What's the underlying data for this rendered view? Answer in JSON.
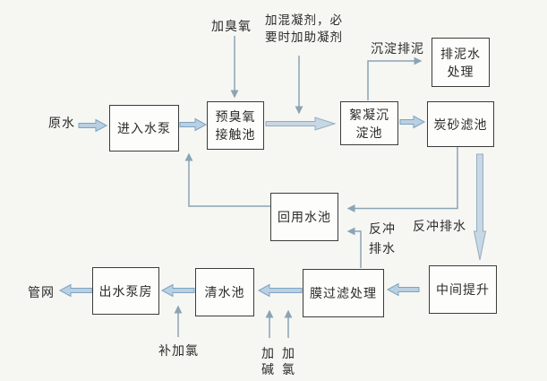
{
  "diagram": {
    "type": "flowchart",
    "subject": "water treatment process",
    "nodes": {
      "inlet_pump": {
        "label": "进入水泵"
      },
      "pre_ozone_contact_tank": {
        "label": "预臭氧\n接触池"
      },
      "flocculation_sedimentation_tank": {
        "label": "絮凝沉\n淀池"
      },
      "carbon_sand_filter": {
        "label": "炭砂滤池"
      },
      "sludge_water_treatment": {
        "label": "排泥水\n处理"
      },
      "reuse_water_tank": {
        "label": "回用水池"
      },
      "intermediate_lift": {
        "label": "中间提升"
      },
      "membrane_filtration": {
        "label": "膜过滤处理"
      },
      "clear_water_tank": {
        "label": "清水池"
      },
      "outlet_pump_house": {
        "label": "出水泵房"
      }
    },
    "labels": {
      "raw_water": "原水",
      "pipe_network": "管网",
      "add_ozone": "加臭氧",
      "add_coagulant": "加混凝剂，必\n要时加助凝剂",
      "sedimentation_sludge_discharge": "沉淀排泥",
      "backwash_drain_right": "反冲排水",
      "backwash_drain_mid": "反冲\n排水",
      "supplementary_chlorination": "补加氯",
      "add_alkali": "加\n碱",
      "add_chlorine": "加\n氯"
    },
    "edges": [
      {
        "from": "原水",
        "to": "进入水泵",
        "label": ""
      },
      {
        "from": "进入水泵",
        "to": "预臭氧接触池",
        "label": ""
      },
      {
        "from": "预臭氧接触池",
        "to": "絮凝沉淀池",
        "label": ""
      },
      {
        "from": "加臭氧",
        "to": "预臭氧接触池",
        "label": ""
      },
      {
        "from": "加混凝剂，必要时加助凝剂",
        "to": "预臭氧接触池→絮凝沉淀池管线",
        "label": ""
      },
      {
        "from": "絮凝沉淀池",
        "to": "排泥水处理",
        "label": "沉淀排泥"
      },
      {
        "from": "絮凝沉淀池",
        "to": "炭砂滤池",
        "label": ""
      },
      {
        "from": "炭砂滤池",
        "to": "中间提升",
        "label": ""
      },
      {
        "from": "炭砂滤池",
        "to": "回用水池",
        "label": "反冲排水"
      },
      {
        "from": "膜过滤处理",
        "to": "回用水池",
        "label": "反冲排水"
      },
      {
        "from": "回用水池",
        "to": "进入水泵→预臭氧接触池管线",
        "label": ""
      },
      {
        "from": "中间提升",
        "to": "膜过滤处理",
        "label": ""
      },
      {
        "from": "膜过滤处理",
        "to": "清水池",
        "label": ""
      },
      {
        "from": "加碱",
        "to": "膜过滤处理→清水池管线",
        "label": ""
      },
      {
        "from": "加氯",
        "to": "膜过滤处理→清水池管线",
        "label": ""
      },
      {
        "from": "清水池",
        "to": "出水泵房",
        "label": ""
      },
      {
        "from": "补加氯",
        "to": "清水池→出水泵房管线",
        "label": ""
      },
      {
        "from": "出水泵房",
        "to": "管网",
        "label": ""
      }
    ],
    "colors": {
      "background": "#f6f6f3",
      "box_border": "#3c3c3c",
      "box_fill": "#fdfdfc",
      "text": "#2b2b2b",
      "block_arrow_fill": "#b9d0e2",
      "block_arrow_stroke": "#7da3c2",
      "thick_arrow_fill": "#c7d7e3",
      "thick_arrow_stroke": "#94adc0",
      "line_arrow": "#8ba4b4"
    }
  }
}
